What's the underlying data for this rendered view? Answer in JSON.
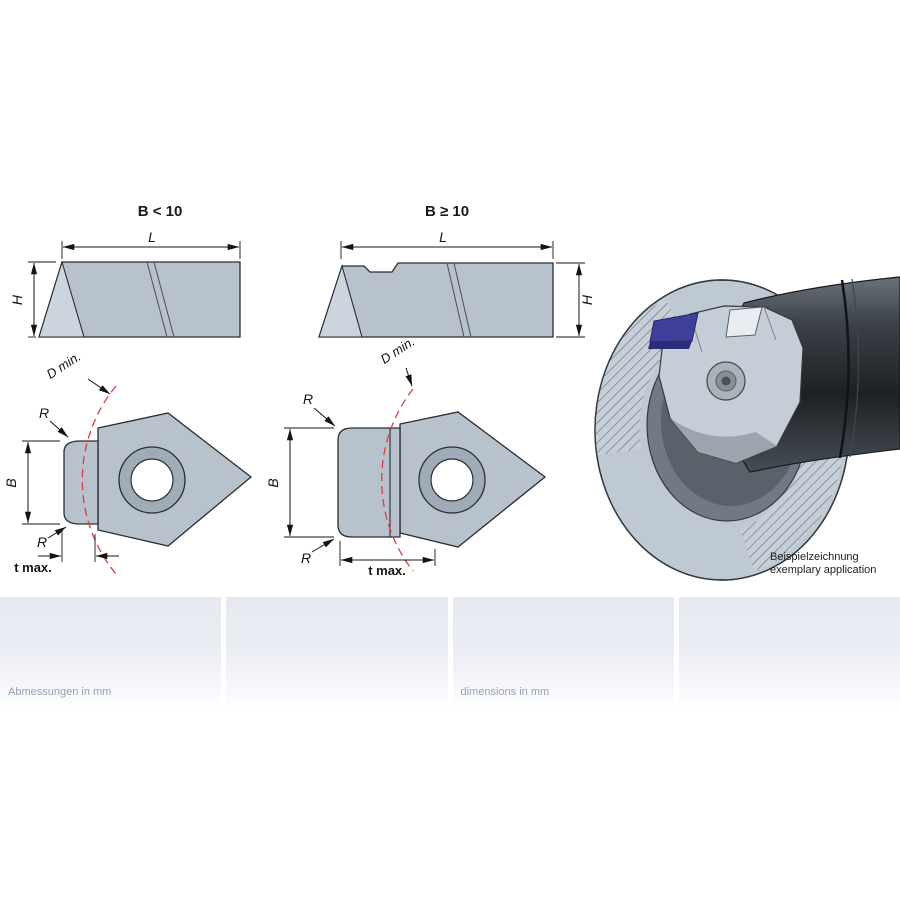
{
  "page": {
    "type": "technical-drawing-catalog-figure"
  },
  "variants": {
    "left": {
      "title": "B < 10"
    },
    "right": {
      "title": "B ≥ 10"
    }
  },
  "dims": {
    "L": "L",
    "H": "H",
    "B": "B",
    "R": "R",
    "t_max": "t max.",
    "d_min": "D min."
  },
  "application": {
    "caption_de": "Beispielzeichnung",
    "caption_en": "exemplary application"
  },
  "footer": {
    "note_de": "Abmessungen in mm",
    "note_en": "dimensions in mm"
  },
  "colors": {
    "part_fill": "#b7c2cd",
    "part_facet": "#ccd5de",
    "outline": "#2a2e33",
    "dimension": "#141414",
    "d_min_arc": "#e23b3b",
    "insert_highlight": "#3d3f9b",
    "footer_panel": "#e6e9f0",
    "footer_text": "#96a1ba"
  }
}
